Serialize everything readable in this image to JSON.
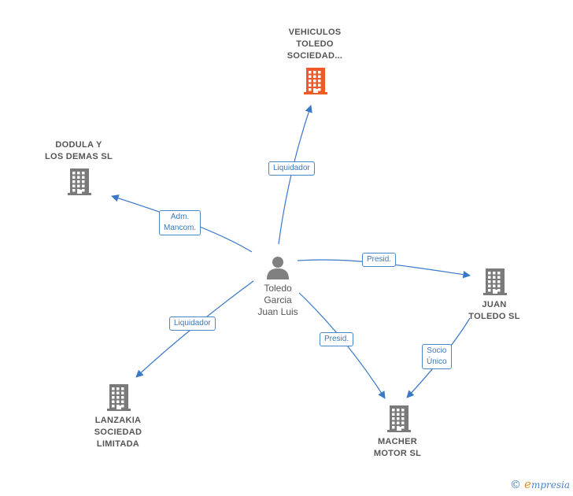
{
  "colors": {
    "edge": "#3a78c8",
    "building_gray": "#7a7a7a",
    "building_highlight": "#f05a28",
    "person": "#808080",
    "label_text": "#555555",
    "edge_label_text": "#3a78c0"
  },
  "center": {
    "name_lines": [
      "Toledo",
      "Garcia",
      "Juan Luis"
    ],
    "icon": "person-icon"
  },
  "companies": [
    {
      "id": "vehiculos",
      "lines": [
        "VEHICULOS",
        "TOLEDO",
        "SOCIEDAD..."
      ],
      "icon": "building-icon",
      "highlight": true
    },
    {
      "id": "dodula",
      "lines": [
        "DODULA Y",
        "LOS DEMAS SL"
      ],
      "icon": "building-icon",
      "highlight": false
    },
    {
      "id": "juan",
      "lines": [
        "JUAN",
        "TOLEDO SL"
      ],
      "icon": "building-icon",
      "highlight": false
    },
    {
      "id": "lanzakia",
      "lines": [
        "LANZAKIA",
        "SOCIEDAD",
        "LIMITADA"
      ],
      "icon": "building-icon",
      "highlight": false
    },
    {
      "id": "macher",
      "lines": [
        "MACHER",
        "MOTOR SL"
      ],
      "icon": "building-icon",
      "highlight": false
    }
  ],
  "relations": [
    {
      "id": "rel-vehiculos",
      "lines": [
        "Liquidador"
      ]
    },
    {
      "id": "rel-dodula",
      "lines": [
        "Adm.",
        "Mancom."
      ]
    },
    {
      "id": "rel-juan",
      "lines": [
        "Presid."
      ]
    },
    {
      "id": "rel-lanzakia",
      "lines": [
        "Liquidador"
      ]
    },
    {
      "id": "rel-macher",
      "lines": [
        "Presid."
      ]
    },
    {
      "id": "rel-juan-macher",
      "lines": [
        "Socio",
        "Único"
      ]
    }
  ],
  "footer": {
    "copyright": "©",
    "brand_initial": "e",
    "brand_rest": "mpresia"
  }
}
